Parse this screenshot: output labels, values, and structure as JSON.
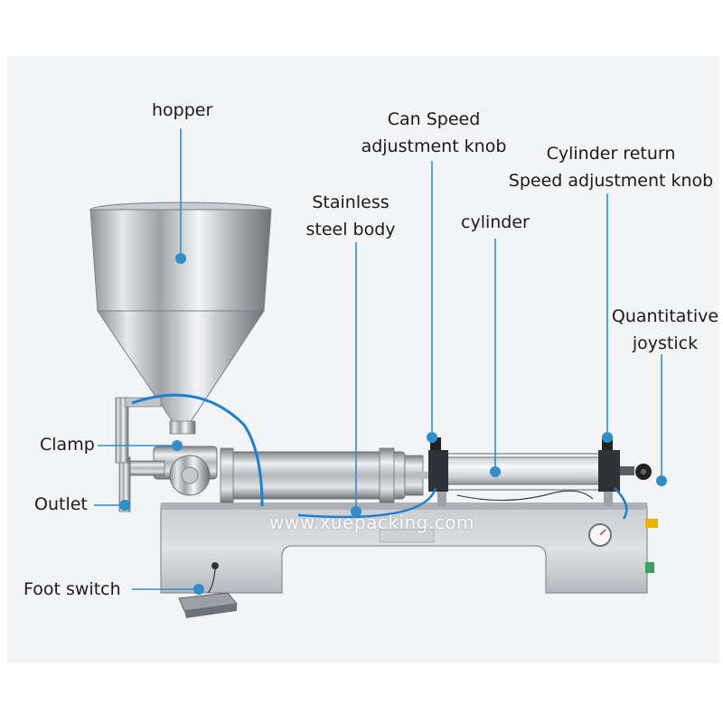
{
  "colors": {
    "callout": "#2f8fc9",
    "background": "#ffffff",
    "panel": "#f1f2f3"
  },
  "labels": {
    "hopper": "hopper",
    "can_speed_1": "Can Speed",
    "can_speed_2": "adjustment knob",
    "cyl_return_1": "Cylinder return",
    "cyl_return_2": "Speed adjustment knob",
    "stainless_1": "Stainless",
    "stainless_2": "steel body",
    "cylinder": "cylinder",
    "quant_1": "Quantitative",
    "quant_2": "joystick",
    "clamp": "Clamp",
    "outlet": "Outlet",
    "foot_switch": "Foot switch"
  },
  "watermark": "www.xuepacking.com"
}
